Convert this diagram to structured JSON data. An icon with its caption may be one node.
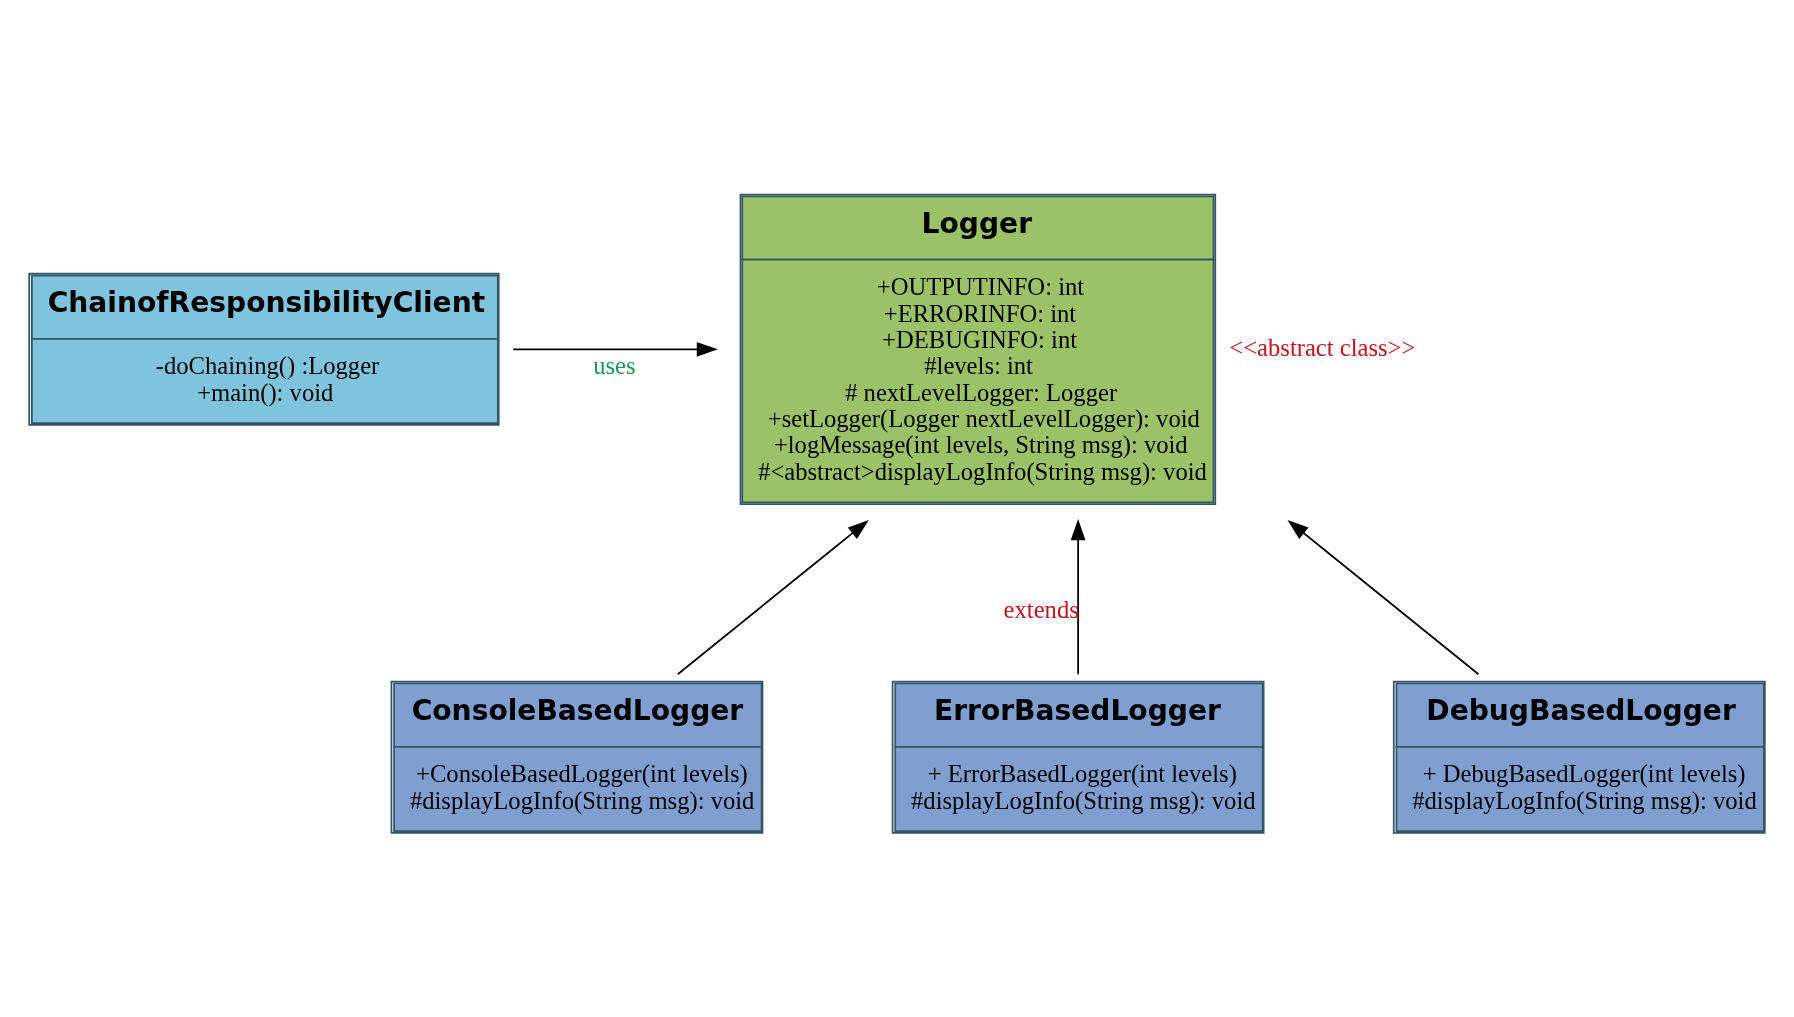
{
  "diagram": {
    "nodes": [
      {
        "text": [
          "ChainofResponsibilityClient",
          "-doChaining() :Logger",
          "+main(): void"
        ]
      },
      {
        "text": [
          "Logger",
          "+OUTPUTINFO: int",
          "+ERRORINFO: int",
          "+DEBUGINFO: int",
          "#levels: int",
          "# nextLevelLogger: Logger",
          "+setLogger(Logger nextLevelLogger): void",
          "+logMessage(int levels, String msg): void",
          "#<abstract>displayLogInfo(String msg): void"
        ],
        "beside": [
          "<<abstract class>>"
        ]
      },
      {
        "text": [
          "ConsoleBasedLogger",
          "+ConsoleBasedLogger(int levels)",
          "#displayLogInfo(String msg): void"
        ]
      },
      {
        "text": [
          "ErrorBasedLogger",
          "+ ErrorBasedLogger(int levels)",
          "#displayLogInfo(String msg): void"
        ]
      },
      {
        "text": [
          "DebugBasedLogger",
          "+ DebugBasedLogger(int levels)",
          "#displayLogInfo(String msg): void"
        ]
      }
    ],
    "edges": [
      {
        "from": 0,
        "to": 1,
        "arrow": "to",
        "label": "uses"
      },
      {
        "from": 2,
        "to": 1,
        "arrow": "to"
      },
      {
        "from": 3,
        "to": 1,
        "arrow": "to",
        "label": "extends"
      },
      {
        "from": 4,
        "to": 1,
        "arrow": "to"
      }
    ]
  }
}
